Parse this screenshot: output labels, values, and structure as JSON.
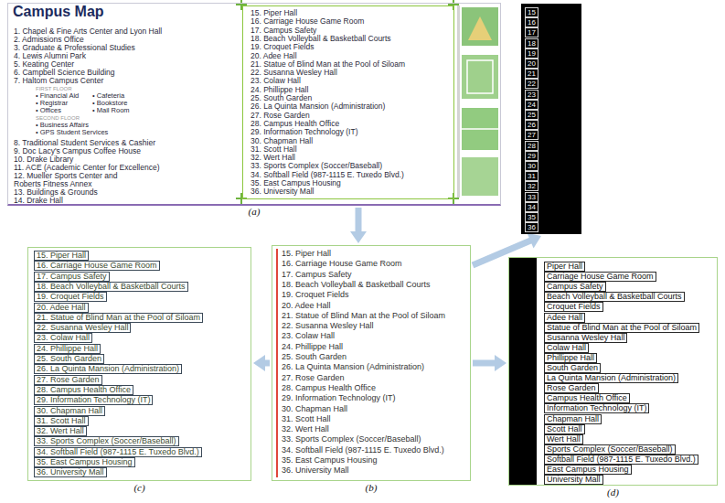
{
  "diagram": {
    "nodes": [
      {
        "text": [
          "Campus Map",
          "1. Chapel & Fine Arts Center and Lyon Hall",
          "2. Admissions Office",
          "3. Graduate & Professional Studies",
          "4. Lewis Alumni Park",
          "5. Keating Center",
          "6. Campbell Science Building",
          "7. Haltom Campus Center",
          "FIRST FLOOR",
          "• Financial Aid",
          "• Registrar",
          "• Offices",
          "• Cafeteria",
          "• Bookstore",
          "• Mail Room",
          "SECOND FLOOR",
          "• Business Affairs",
          "• GPS Student Services",
          "8. Traditional Student Services & Cashier",
          "9. Doc Lacy's Campus Coffee House",
          "10. Drake Library",
          "11. ACE (Academic Center for Excellence)",
          "12. Mueller Sports Center and Roberts Fitness Annex",
          "13. Buildings & Grounds",
          "14. Drake Hall",
          "(a)"
        ]
      },
      {
        "text": [
          "15. Piper Hall",
          "16. Carriage House Game Room",
          "17. Campus Safety",
          "18. Beach Volleyball & Basketball Courts",
          "19. Croquet Fields",
          "20. Adee Hall",
          "21. Statue of Blind Man at the Pool of Siloam",
          "22. Susanna Wesley Hall",
          "23. Colaw Hall",
          "24. Phillippe Hall",
          "25. South Garden",
          "26. La Quinta Mansion (Administration)",
          "27. Rose Garden",
          "28. Campus Health Office",
          "29. Information Technology (IT)",
          "30. Chapman Hall",
          "31. Scott Hall",
          "32. Wert Hall",
          "33. Sports Complex (Soccer/Baseball)",
          "34. Softball Field (987-1115 E. Tuxedo Blvd.)",
          "35. East Campus Housing",
          "36. University Mall"
        ],
        "in": 0
      },
      {
        "text": []
      },
      {
        "text": [
          "15"
        ],
        "in": 2
      },
      {
        "text": [
          "16"
        ],
        "in": 2
      },
      {
        "text": [
          "17"
        ],
        "in": 2
      },
      {
        "text": [
          "18"
        ],
        "in": 2
      },
      {
        "text": [
          "19"
        ],
        "in": 2
      },
      {
        "text": [
          "20"
        ],
        "in": 2
      },
      {
        "text": [
          "21"
        ],
        "in": 2
      },
      {
        "text": [
          "22"
        ],
        "in": 2
      },
      {
        "text": [
          "23"
        ],
        "in": 2
      },
      {
        "text": [
          "24"
        ],
        "in": 2
      },
      {
        "text": [
          "25"
        ],
        "in": 2
      },
      {
        "text": [
          "26"
        ],
        "in": 2
      },
      {
        "text": [
          "27"
        ],
        "in": 2
      },
      {
        "text": [
          "28"
        ],
        "in": 2
      },
      {
        "text": [
          "29"
        ],
        "in": 2
      },
      {
        "text": [
          "30"
        ],
        "in": 2
      },
      {
        "text": [
          "31"
        ],
        "in": 2
      },
      {
        "text": [
          "32"
        ],
        "in": 2
      },
      {
        "text": [
          "33"
        ],
        "in": 2
      },
      {
        "text": [
          "34"
        ],
        "in": 2
      },
      {
        "text": [
          "35"
        ],
        "in": 2
      },
      {
        "text": [
          "36"
        ],
        "in": 2
      },
      {
        "text": [
          "15. Piper Hall",
          "16. Carriage House Game Room",
          "17. Campus Safety",
          "18. Beach Volleyball & Basketball Courts",
          "19. Croquet Fields",
          "20. Adee Hall",
          "21. Statue of Blind Man at the Pool of Siloam",
          "22. Susanna Wesley Hall",
          "23. Colaw Hall",
          "24. Phillippe Hall",
          "25. South Garden",
          "26. La Quinta Mansion (Administration)",
          "27. Rose Garden",
          "28. Campus Health Office",
          "29. Information Technology (IT)",
          "30. Chapman Hall",
          "31. Scott Hall",
          "32. Wert Hall",
          "33. Sports Complex (Soccer/Baseball)",
          "34. Softball Field (987-1115 E. Tuxedo Blvd.)",
          "35. East Campus Housing",
          "36. University Mall",
          "(b)"
        ]
      },
      {
        "text": [
          "(c)"
        ]
      },
      {
        "text": [
          "15. Piper Hall"
        ],
        "in": 26
      },
      {
        "text": [
          "16. Carriage House Game Room"
        ],
        "in": 26
      },
      {
        "text": [
          "17. Campus Safety"
        ],
        "in": 26
      },
      {
        "text": [
          "18. Beach Volleyball & Basketball Courts"
        ],
        "in": 26
      },
      {
        "text": [
          "19. Croquet Fields"
        ],
        "in": 26
      },
      {
        "text": [
          "20. Adee Hall"
        ],
        "in": 26
      },
      {
        "text": [
          "21. Statue of Blind Man at the Pool of Siloam"
        ],
        "in": 26
      },
      {
        "text": [
          "22. Susanna Wesley Hall"
        ],
        "in": 26
      },
      {
        "text": [
          "23. Colaw Hall"
        ],
        "in": 26
      },
      {
        "text": [
          "24. Phillippe Hall"
        ],
        "in": 26
      },
      {
        "text": [
          "25. South Garden"
        ],
        "in": 26
      },
      {
        "text": [
          "26. La Quinta Mansion (Administration)"
        ],
        "in": 26
      },
      {
        "text": [
          "27. Rose Garden"
        ],
        "in": 26
      },
      {
        "text": [
          "28. Campus Health Office"
        ],
        "in": 26
      },
      {
        "text": [
          "29. Information Technology (IT)"
        ],
        "in": 26
      },
      {
        "text": [
          "30. Chapman Hall"
        ],
        "in": 26
      },
      {
        "text": [
          "31. Scott Hall"
        ],
        "in": 26
      },
      {
        "text": [
          "32. Wert Hall"
        ],
        "in": 26
      },
      {
        "text": [
          "33. Sports Complex (Soccer/Baseball)"
        ],
        "in": 26
      },
      {
        "text": [
          "34. Softball Field (987-1115 E. Tuxedo Blvd.)"
        ],
        "in": 26
      },
      {
        "text": [
          "35. East Campus Housing"
        ],
        "in": 26
      },
      {
        "text": [
          "36. University Mall"
        ],
        "in": 26
      },
      {
        "text": [
          "(d)"
        ]
      },
      {
        "text": [
          "Piper Hall"
        ],
        "in": 49
      },
      {
        "text": [
          "Carriage House Game Room"
        ],
        "in": 49
      },
      {
        "text": [
          "Campus Safety"
        ],
        "in": 49
      },
      {
        "text": [
          "Beach Volleyball & Basketball Courts"
        ],
        "in": 49
      },
      {
        "text": [
          "Croquet Fields"
        ],
        "in": 49
      },
      {
        "text": [
          "Adee Hall"
        ],
        "in": 49
      },
      {
        "text": [
          "Statue of Blind Man at the Pool of Siloam"
        ],
        "in": 49
      },
      {
        "text": [
          "Susanna Wesley Hall"
        ],
        "in": 49
      },
      {
        "text": [
          "Colaw Hall"
        ],
        "in": 49
      },
      {
        "text": [
          "Phillippe Hall"
        ],
        "in": 49
      },
      {
        "text": [
          "South Garden"
        ],
        "in": 49
      },
      {
        "text": [
          "La Quinta Mansion (Administration)"
        ],
        "in": 49
      },
      {
        "text": [
          "Rose Garden"
        ],
        "in": 49
      },
      {
        "text": [
          "Campus Health Office"
        ],
        "in": 49
      },
      {
        "text": [
          "Information Technology (IT)"
        ],
        "in": 49
      },
      {
        "text": [
          "Chapman Hall"
        ],
        "in": 49
      },
      {
        "text": [
          "Scott Hall"
        ],
        "in": 49
      },
      {
        "text": [
          "Wert Hall"
        ],
        "in": 49
      },
      {
        "text": [
          "Sports Complex (Soccer/Baseball)"
        ],
        "in": 49
      },
      {
        "text": [
          "Softball Field (987-1115 E. Tuxedo Blvd.)"
        ],
        "in": 49
      },
      {
        "text": [
          "East Campus Housing"
        ],
        "in": 49
      },
      {
        "text": [
          "University Mall"
        ],
        "in": 49
      }
    ],
    "edges": [
      {
        "from": 0,
        "to": 25,
        "arrow": "to"
      },
      {
        "from": 25,
        "to": 26,
        "arrow": "to"
      },
      {
        "from": 25,
        "to": 49,
        "arrow": "to"
      },
      {
        "from": 25,
        "to": 2,
        "arrow": "to"
      }
    ]
  }
}
